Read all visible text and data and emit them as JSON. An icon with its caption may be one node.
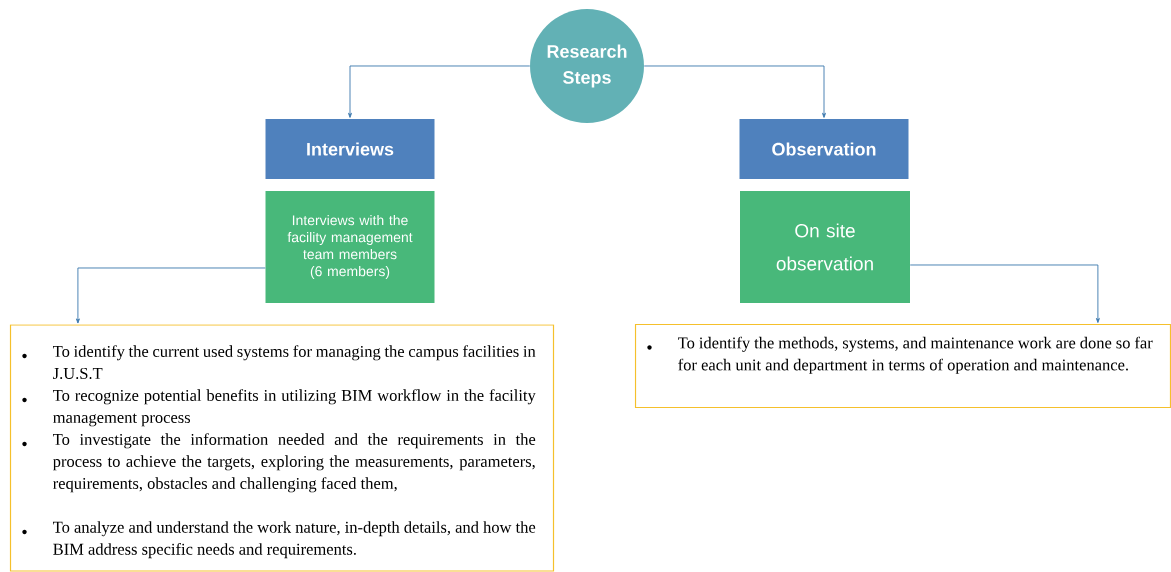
{
  "diagram": {
    "nodes": [
      {
        "text": [
          "Research Steps"
        ]
      },
      {
        "text": [
          "Interviews"
        ]
      },
      {
        "text": [
          "Interviews with the facility management team members (6 members)"
        ]
      },
      {
        "text": [
          "Observation"
        ]
      },
      {
        "text": [
          "On site observation"
        ]
      },
      {
        "text": [
          "To identify the current used systems for managing the campus facilities in J.U.S.T",
          "To recognize potential benefits in utilizing BIM workflow in the facility management process",
          "To investigate the information needed and the requirements in the process to achieve the targets, exploring the measurements, parameters, requirements, obstacles and challenging faced them,",
          "To analyze and understand the work nature, in-depth details, and how the BIM address specific needs and requirements."
        ]
      },
      {
        "text": [
          "To identify the methods, systems, and maintenance work are done so far for each unit and department in terms of operation and maintenance."
        ]
      }
    ],
    "edges": [
      {
        "from": 0,
        "to": 1,
        "arrow": "to"
      },
      {
        "from": 0,
        "to": 3,
        "arrow": "to"
      },
      {
        "from": 2,
        "to": 5,
        "arrow": "to"
      },
      {
        "from": 4,
        "to": 6,
        "arrow": "to"
      }
    ]
  }
}
